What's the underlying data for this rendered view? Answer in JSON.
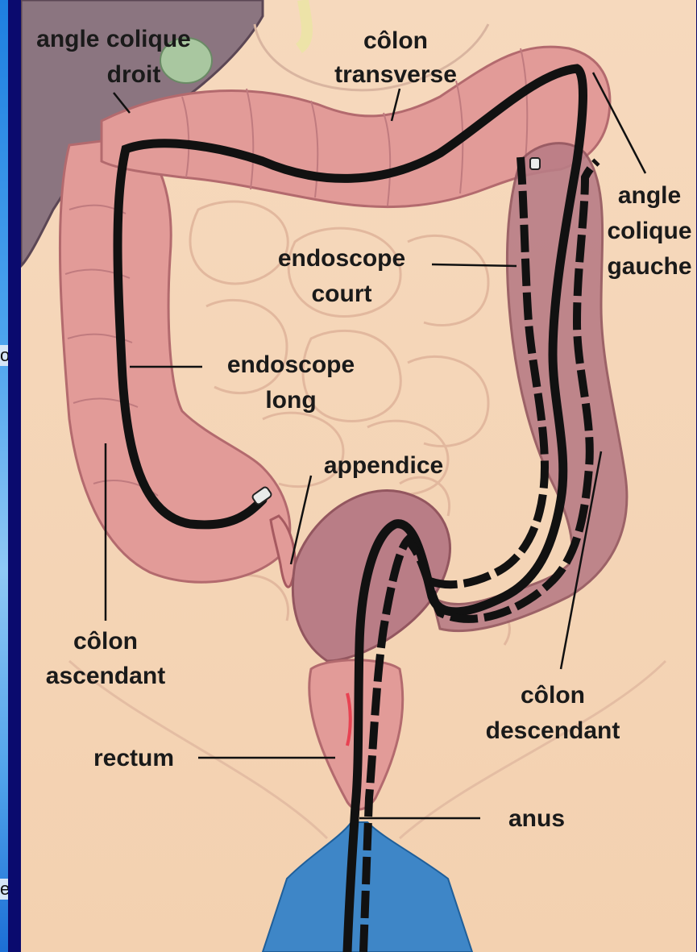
{
  "labels": {
    "angle_droit_1": "angle colique",
    "angle_droit_2": "droit",
    "transverse_1": "côlon",
    "transverse_2": "transverse",
    "angle_gauche_1": "angle",
    "angle_gauche_2": "colique",
    "angle_gauche_3": "gauche",
    "court_1": "endoscope",
    "court_2": "court",
    "long_1": "endoscope",
    "long_2": "long",
    "appendice": "appendice",
    "ascendant_1": "côlon",
    "ascendant_2": "ascendant",
    "descendant_1": "côlon",
    "descendant_2": "descendant",
    "rectum": "rectum",
    "anus": "anus"
  },
  "edge_fragments": {
    "right_mid": "o",
    "left_bottom": "ec"
  },
  "colors": {
    "background_blue": "#4ba3ee",
    "frame": "#0a0a6e",
    "skin": "#f8ddc2",
    "colon": "#e29b98",
    "colon_dark": "#a45a62",
    "endoscope": "#111111",
    "liver": "#8b7580"
  }
}
